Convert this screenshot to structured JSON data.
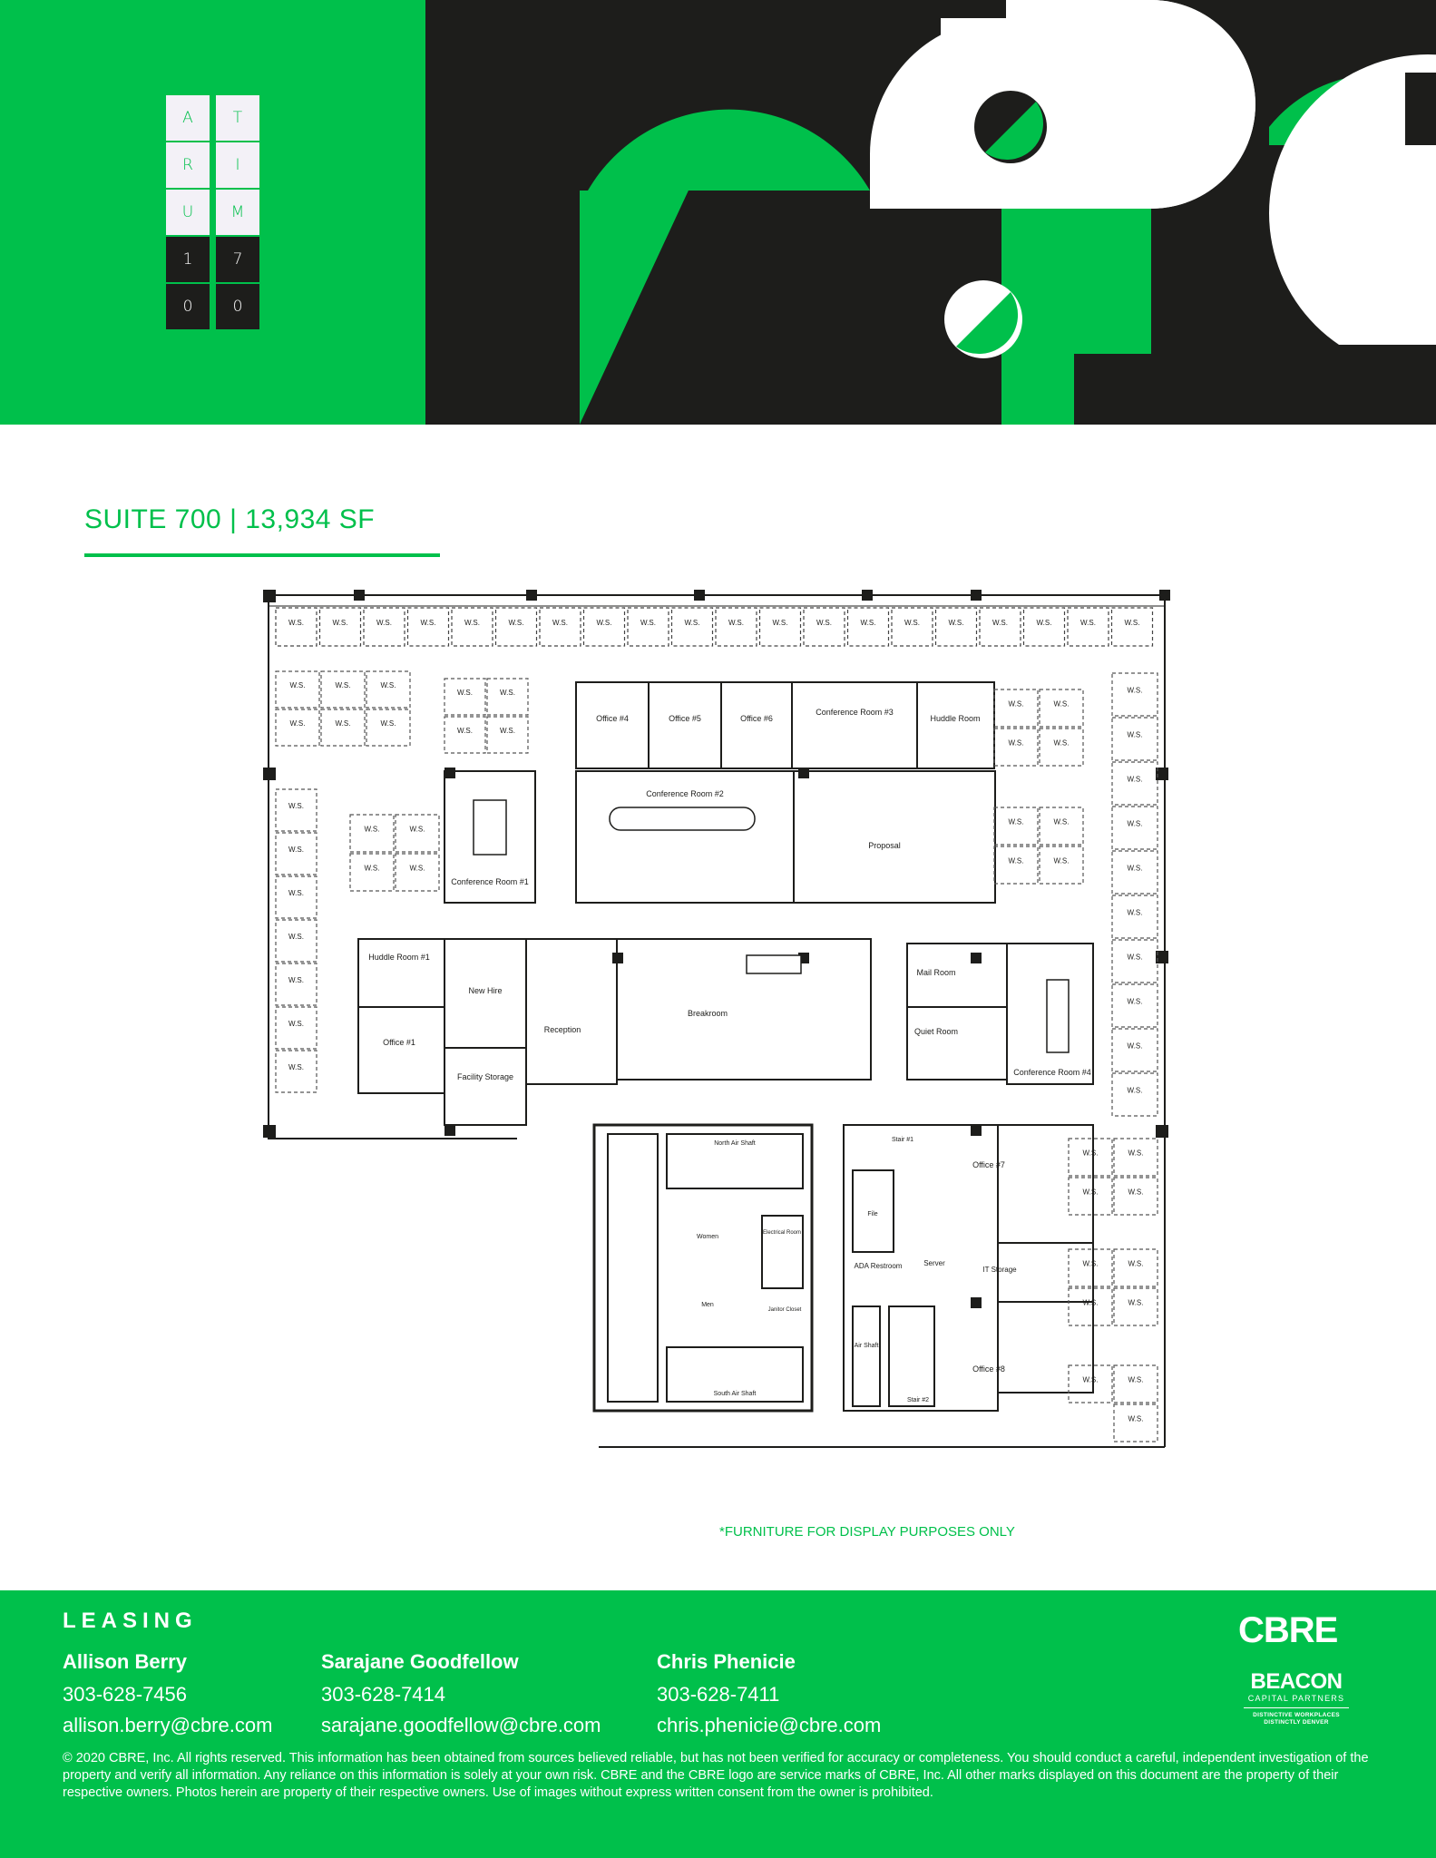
{
  "brand": {
    "logo_letters": [
      "A",
      "T",
      "R",
      "I",
      "U",
      "M",
      "1",
      "7",
      "0",
      "0"
    ],
    "colors": {
      "green": "#00c04b",
      "black": "#1d1d1b",
      "white": "#ffffff",
      "pale": "#f3f1f7"
    }
  },
  "suite": {
    "title": "SUITE 700  |  13,934 SF"
  },
  "floorplan": {
    "rooms": {
      "office4": "Office #4",
      "office5": "Office #5",
      "office6": "Office #6",
      "conf3": "Conference Room #3",
      "huddle2": "Huddle Room",
      "conf2": "Conference Room #2",
      "proposal": "Proposal",
      "conf1": "Conference Room #1",
      "huddle1": "Huddle Room #1",
      "newhire": "New Hire",
      "reception": "Reception",
      "breakroom": "Breakroom",
      "mailroom": "Mail Room",
      "quietroom": "Quiet Room",
      "conf4": "Conference Room #4",
      "office1": "Office #1",
      "facility": "Facility Storage",
      "north_shaft": "North Air Shaft",
      "south_shaft": "South Air Shaft",
      "women": "Women",
      "men": "Men",
      "electrical": "Electrical Room",
      "janitor": "Janitor Closet",
      "stair1": "Stair #1",
      "stair2": "Stair #2",
      "file": "File",
      "ada": "ADA Restroom",
      "server": "Server",
      "it_storage": "IT Storage",
      "office7": "Office #7",
      "office8": "Office #8",
      "air_shaft": "Air Shaft"
    },
    "workstation_label": "W.S."
  },
  "note": "*FURNITURE FOR DISPLAY PURPOSES ONLY",
  "footer": {
    "heading": "LEASING",
    "contacts": [
      {
        "name": "Allison Berry",
        "phone": "303-628-7456",
        "email": "allison.berry@cbre.com"
      },
      {
        "name": "Sarajane Goodfellow",
        "phone": "303-628-7414",
        "email": "sarajane.goodfellow@cbre.com"
      },
      {
        "name": "Chris Phenicie",
        "phone": "303-628-7411",
        "email": "chris.phenicie@cbre.com"
      }
    ],
    "disclaimer": "© 2020 CBRE, Inc. All rights reserved. This information has been obtained from sources believed reliable, but has not been verified for accuracy or completeness. You should conduct a careful, independent investigation of the property and verify all information. Any reliance on this information is solely at your own risk. CBRE and the CBRE logo are service marks of CBRE, Inc. All other marks  displayed on this document are the property of their respective owners. Photos herein are property of their respective owners. Use of images without express written consent from the owner is prohibited.",
    "cbre_logo": "CBRE",
    "beacon": {
      "name": "BEACON",
      "sub": "CAPITAL PARTNERS",
      "tag_line1": "DISTINCTIVE WORKPLACES",
      "tag_line2": "DISTINCTLY DENVER"
    }
  }
}
